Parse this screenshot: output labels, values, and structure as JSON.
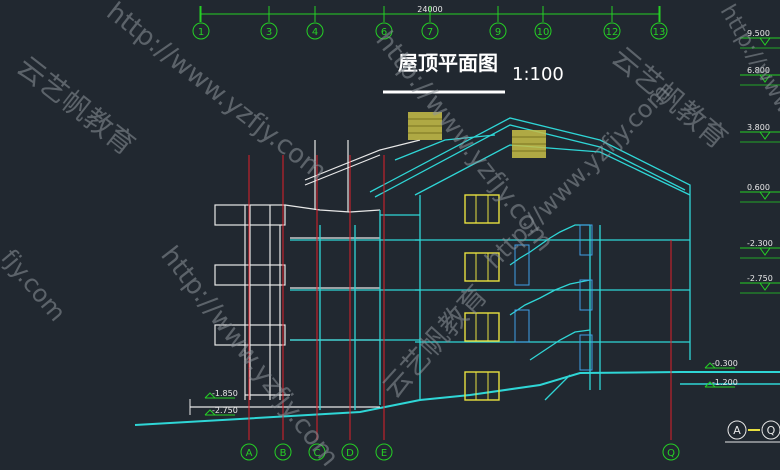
{
  "drawing": {
    "title": "屋顶平面图",
    "scale": "1:100",
    "overall_dimension": "24000",
    "top_axes": [
      "1",
      "3",
      "4",
      "6",
      "7",
      "9",
      "10",
      "12",
      "13"
    ],
    "bottom_axes": [
      "A",
      "B",
      "C",
      "D",
      "E",
      "Q"
    ],
    "section_tag": {
      "from": "A",
      "to": "Q"
    },
    "right_elevations": [
      "9.500",
      "6.800",
      "3.800",
      "0.600",
      "-2.300",
      "-2.750"
    ],
    "site_elevations_right": [
      "-0.300",
      "-1.200"
    ],
    "site_elevations_left": [
      "-1.850",
      "-2.750"
    ]
  },
  "watermarks": {
    "url": "http://www.yzfjy.com",
    "brand": "云艺帆教育",
    "fragment_url": "fjy.com"
  },
  "colors": {
    "background": "#212830",
    "cyan": "#2fd6d6",
    "white": "#e8e8e8",
    "red": "#e0202a",
    "green": "#25d025",
    "yellow": "#e8e040",
    "brick": "#c8c048",
    "blue": "#40a0e8"
  }
}
